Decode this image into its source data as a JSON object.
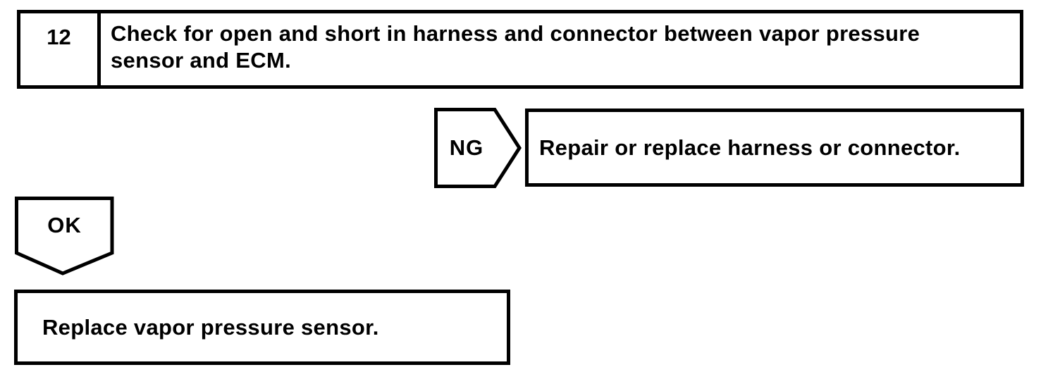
{
  "colors": {
    "line": "#000000",
    "background": "#ffffff"
  },
  "flowchart": {
    "step_box": {
      "number": "12",
      "instruction": "Check for open and short in harness and connector between vapor pressure sensor and ECM."
    },
    "ng_branch": {
      "connector_label": "NG",
      "result_box": "Repair or replace harness or connector."
    },
    "ok_branch": {
      "connector_label": "OK",
      "result_box": "Replace vapor pressure sensor."
    }
  }
}
